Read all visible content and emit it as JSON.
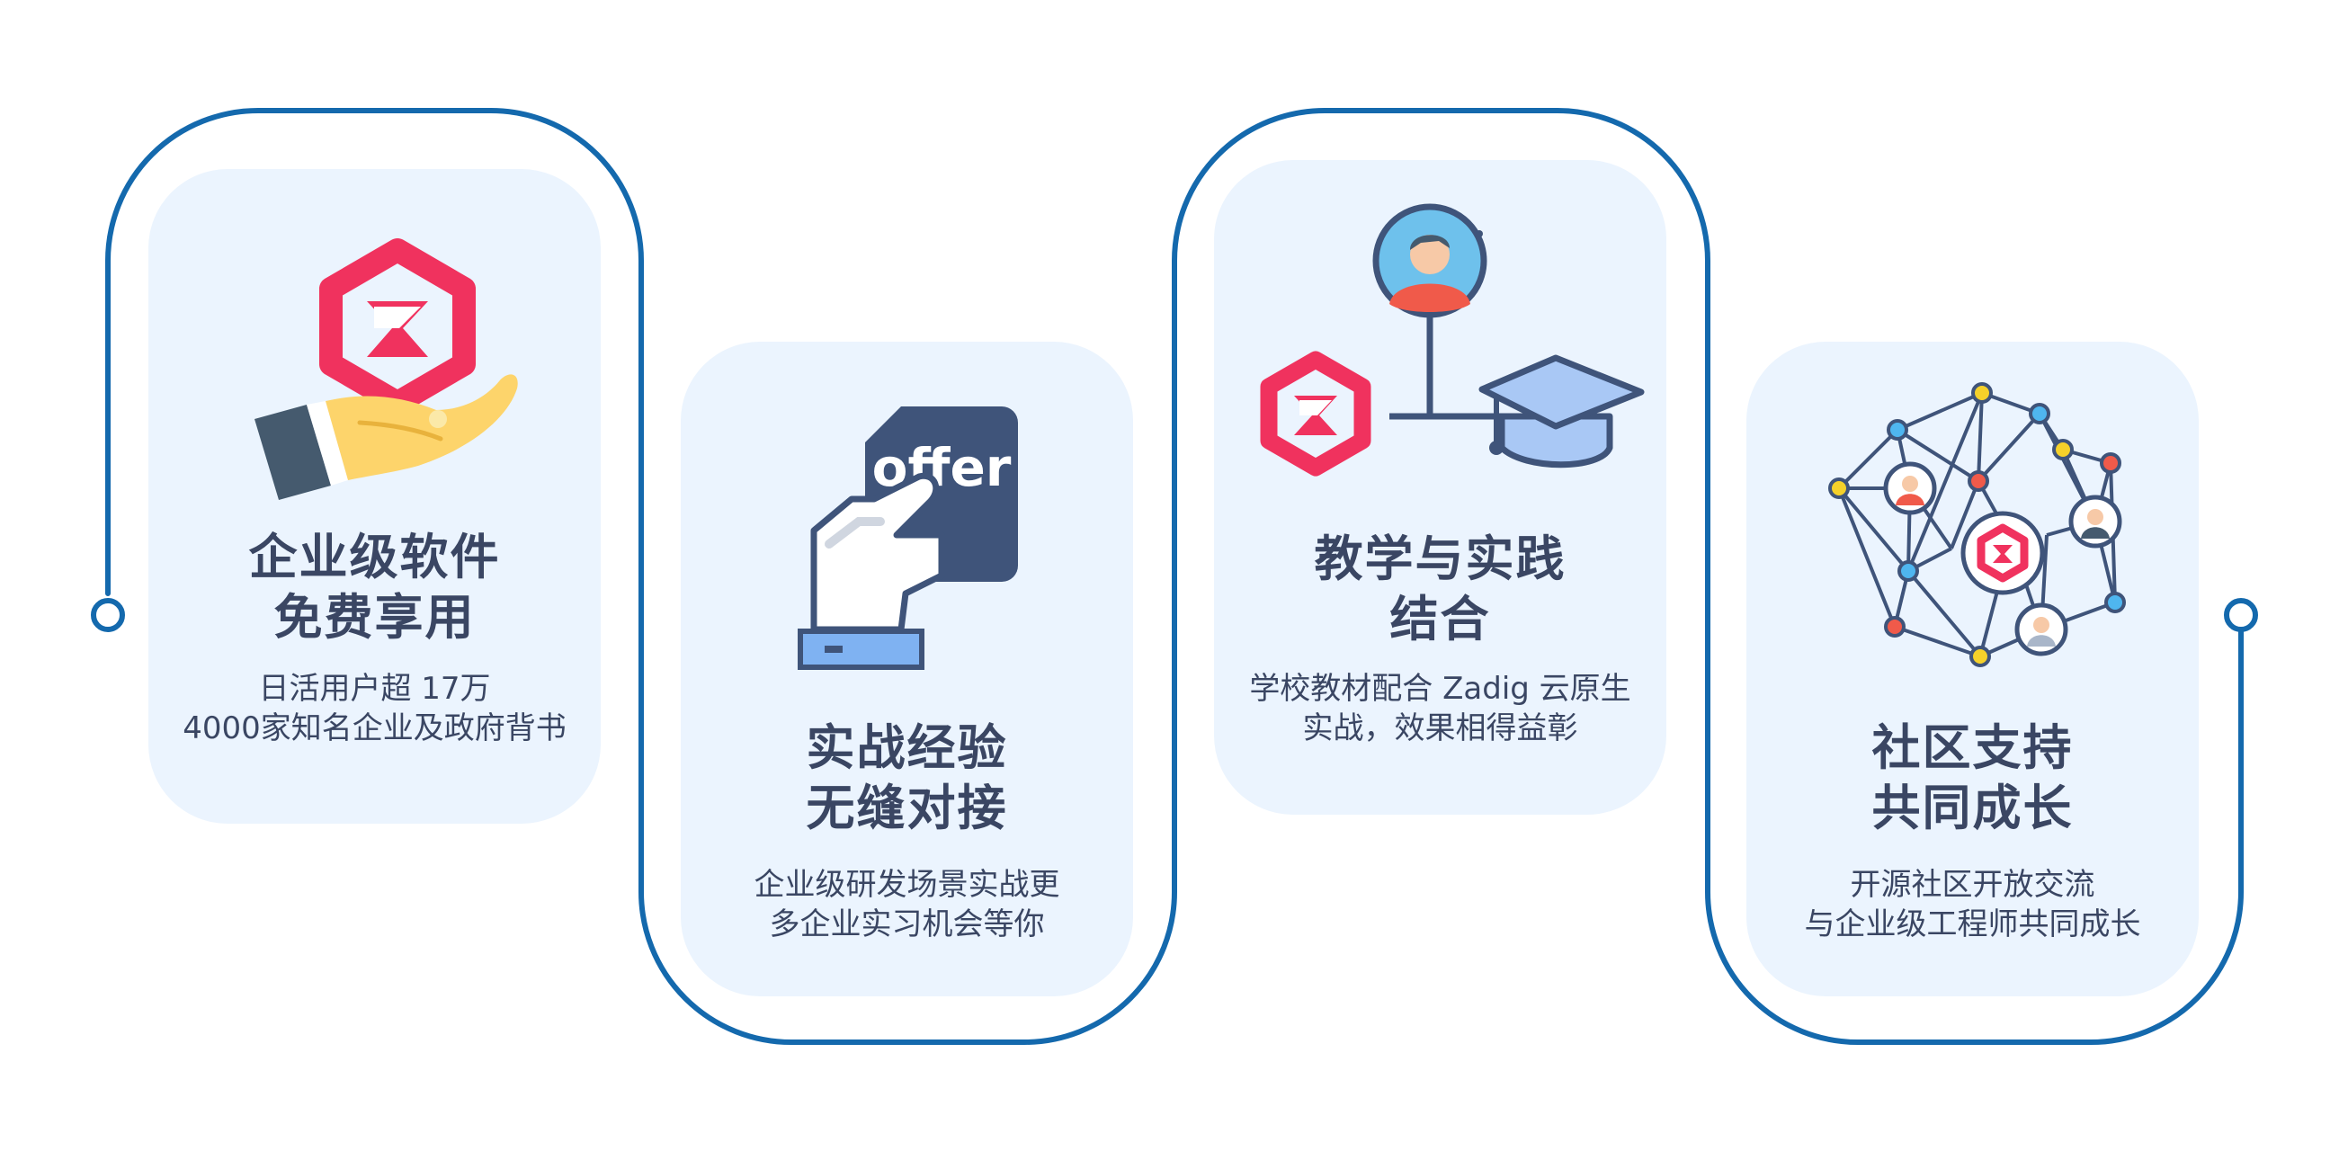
{
  "colors": {
    "connector": "#1469ad",
    "card_bg": "#ebf4fe",
    "text": "#3a4663",
    "brand_pink": "#f0325e"
  },
  "cards": [
    {
      "icon": "hand-offering-logo-icon",
      "title": [
        "企业级软件",
        "免费享用"
      ],
      "desc": [
        "日活用户超 17万",
        "4000家知名企业及政府背书"
      ]
    },
    {
      "icon": "offer-card-hand-icon",
      "offer_text": "offer",
      "title": [
        "实战经验",
        "无缝对接"
      ],
      "desc": [
        "企业级研发场景实战更",
        "多企业实习机会等你"
      ]
    },
    {
      "icon": "person-logo-graduation-icon",
      "title": [
        "教学与实践",
        "结合"
      ],
      "desc": [
        "学校教材配合 Zadig 云原生",
        "实战，效果相得益彰"
      ]
    },
    {
      "icon": "community-network-icon",
      "title": [
        "社区支持",
        "共同成长"
      ],
      "desc": [
        "开源社区开放交流",
        "与企业级工程师共同成长"
      ]
    }
  ]
}
